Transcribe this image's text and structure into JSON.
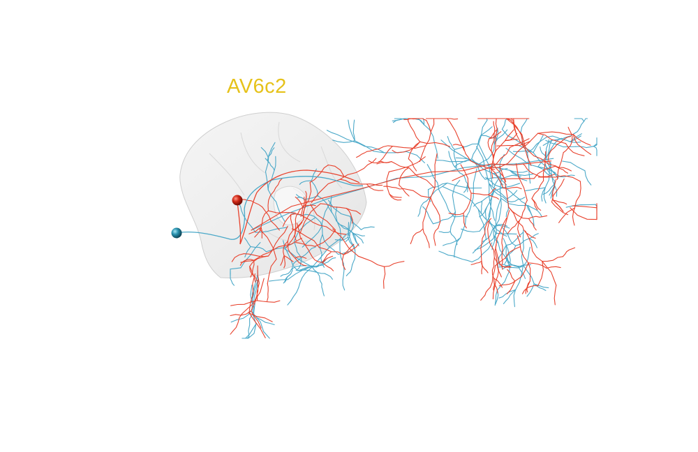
{
  "title": "AV6c2",
  "colors": {
    "background": "#ffffff",
    "title": "#e6c21a",
    "neuropil_fill": "#e8e8e8",
    "neuropil_edge": "#c9c9c9",
    "neuron_red": "#e8412c",
    "neuron_blue": "#4aa8c8",
    "soma_red": "#c81e10",
    "soma_blue": "#1f86a3"
  },
  "neurons": [
    {
      "color_key": "neuron_red",
      "soma_icon": "red-soma-sphere"
    },
    {
      "color_key": "neuron_blue",
      "soma_icon": "blue-soma-sphere"
    }
  ]
}
